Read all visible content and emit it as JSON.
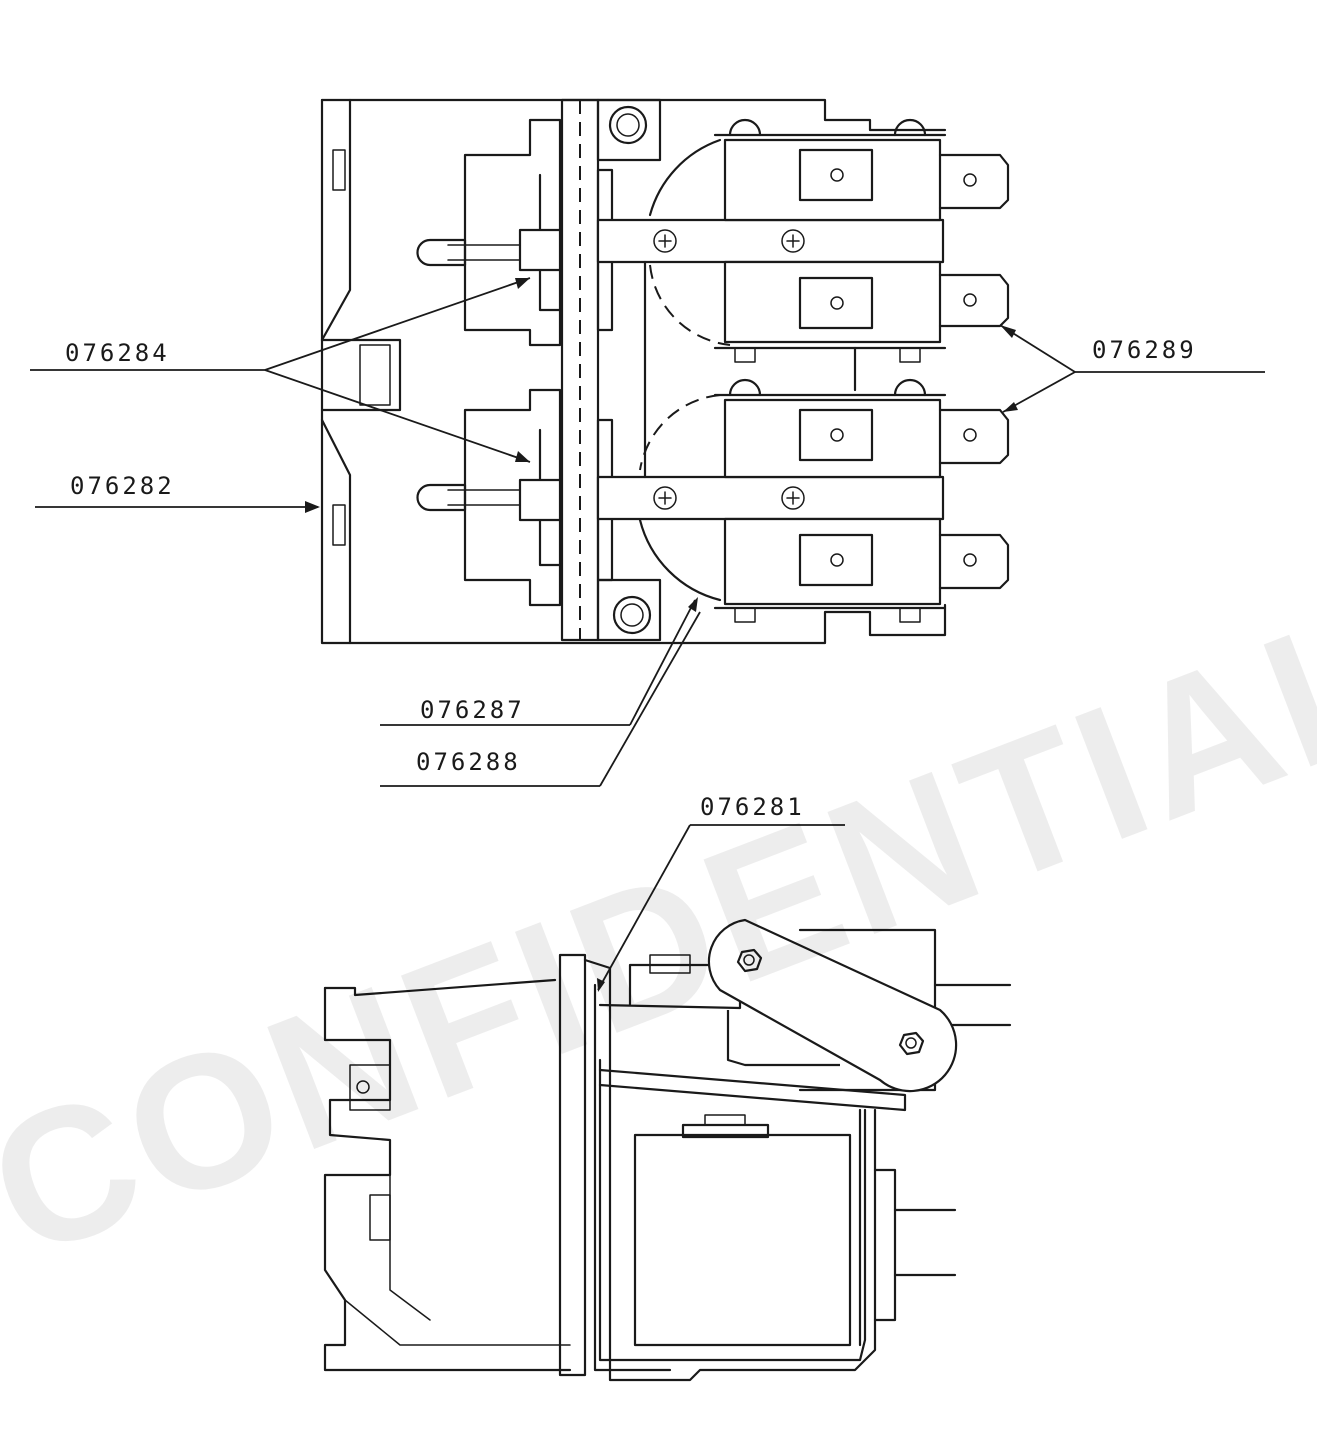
{
  "callouts": {
    "part_076284": "076284",
    "part_076282": "076282",
    "part_076289": "076289",
    "part_076287": "076287",
    "part_076288": "076288",
    "part_076281": "076281"
  },
  "watermark": "CONFIDENTIAL"
}
